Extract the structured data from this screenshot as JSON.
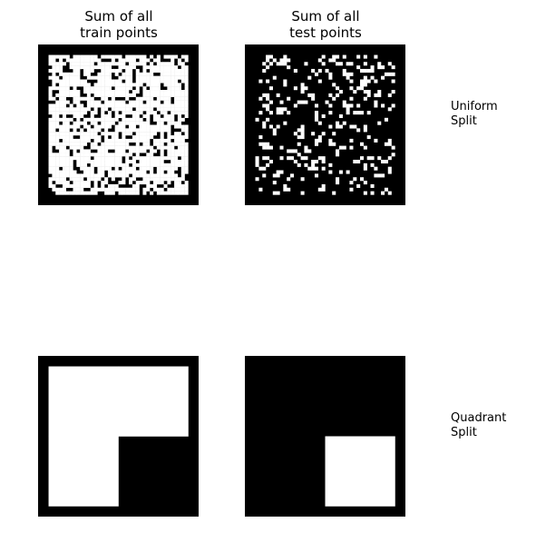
{
  "chart_data": {
    "type": "heatmap",
    "panels": [
      {
        "id": "uniform-train",
        "title_lines": [
          "Sum of all",
          "train points"
        ],
        "row_label": "",
        "pattern": "random",
        "white_fraction": 0.8,
        "seed": 13,
        "colormap": "gray",
        "grid": false
      },
      {
        "id": "uniform-test",
        "title_lines": [
          "Sum of all",
          "test points"
        ],
        "row_label_lines": [
          "Uniform",
          "Split"
        ],
        "pattern": "random",
        "white_fraction": 0.2,
        "seed": 13,
        "colormap": "gray",
        "grid": false
      },
      {
        "id": "quadrant-train",
        "title_lines": [],
        "row_label": "",
        "pattern": "quadrant",
        "white_quadrants": [
          "top-left",
          "top-right",
          "bottom-left"
        ],
        "colormap": "gray",
        "grid": false
      },
      {
        "id": "quadrant-test",
        "title_lines": [],
        "row_label_lines": [
          "Quadrant",
          "Split"
        ],
        "pattern": "quadrant",
        "white_quadrants": [
          "bottom-right"
        ],
        "colormap": "gray",
        "grid": false
      }
    ],
    "layout": {
      "rows": 2,
      "cols": 2,
      "grid_size": 40,
      "border_cells": 3
    }
  }
}
